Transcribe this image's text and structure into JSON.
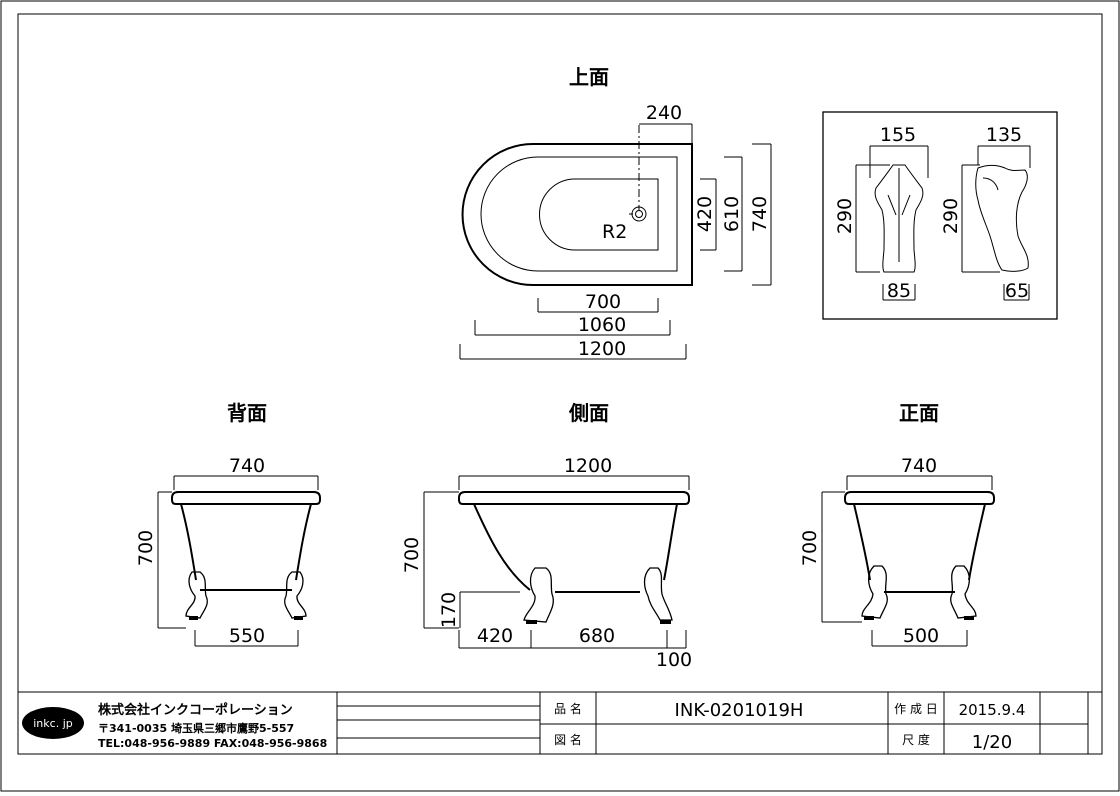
{
  "views": {
    "top": {
      "title": "上面",
      "dims": {
        "drain_offset": "240",
        "inner_w": "420",
        "mid_w": "610",
        "outer_w": "740",
        "inner_l": "700",
        "mid_l": "1060",
        "outer_l": "1200",
        "radius": "R2"
      }
    },
    "leg_detail": {
      "front": {
        "width": "155",
        "height": "290",
        "base": "85"
      },
      "side": {
        "width": "135",
        "height": "290",
        "base": "65"
      }
    },
    "back": {
      "title": "背面",
      "dims": {
        "width": "740",
        "height": "700",
        "leg_span": "550"
      }
    },
    "side": {
      "title": "側面",
      "dims": {
        "length": "1200",
        "height": "700",
        "leg_h": "170",
        "front_off": "420",
        "leg_span": "680",
        "rear_off": "100"
      }
    },
    "front": {
      "title": "正面",
      "dims": {
        "width": "740",
        "height": "700",
        "leg_span": "500"
      }
    }
  },
  "title_block": {
    "logo": "inkc. jp",
    "company": "株式会社インクコーポレーション",
    "address": "〒341-0035 埼玉県三郷市鷹野5-557",
    "contact": "TEL:048-956-9889  FAX:048-956-9868",
    "product_label": "品 名",
    "product_value": "INK-0201019H",
    "drawing_label": "図 名",
    "drawing_value": "",
    "date_label": "作 成 日",
    "date_value": "2015.9.4",
    "scale_label": "尺 度",
    "scale_value": "1/20"
  }
}
